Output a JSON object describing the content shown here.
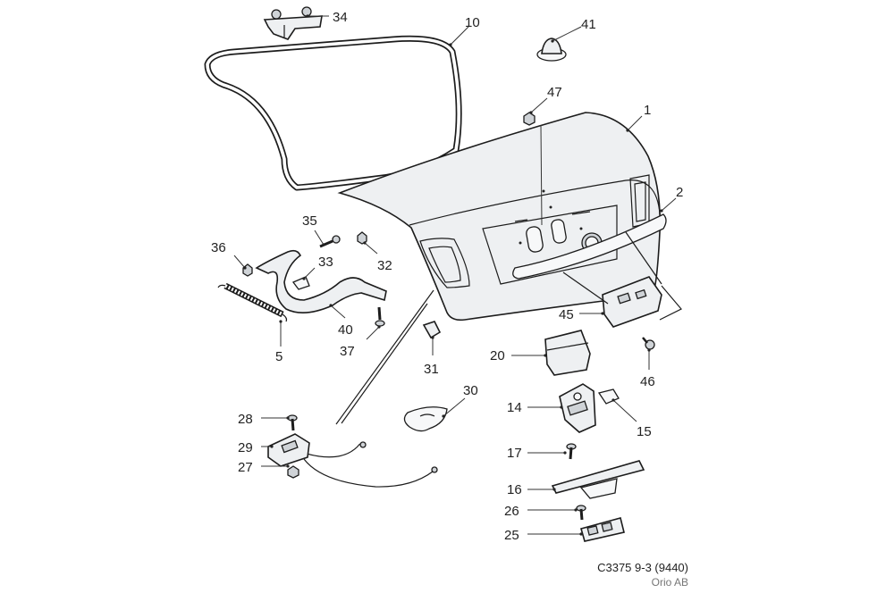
{
  "diagram": {
    "reference": "C3375 9-3 (9440)",
    "copyright": "Orio AB",
    "callouts": [
      {
        "id": "c1",
        "label": "1"
      },
      {
        "id": "c2",
        "label": "2"
      },
      {
        "id": "c5",
        "label": "5"
      },
      {
        "id": "c10",
        "label": "10"
      },
      {
        "id": "c14",
        "label": "14"
      },
      {
        "id": "c15",
        "label": "15"
      },
      {
        "id": "c16",
        "label": "16"
      },
      {
        "id": "c17",
        "label": "17"
      },
      {
        "id": "c20",
        "label": "20"
      },
      {
        "id": "c25",
        "label": "25"
      },
      {
        "id": "c26",
        "label": "26"
      },
      {
        "id": "c27",
        "label": "27"
      },
      {
        "id": "c28",
        "label": "28"
      },
      {
        "id": "c29",
        "label": "29"
      },
      {
        "id": "c30",
        "label": "30"
      },
      {
        "id": "c31",
        "label": "31"
      },
      {
        "id": "c32",
        "label": "32"
      },
      {
        "id": "c33",
        "label": "33"
      },
      {
        "id": "c34",
        "label": "34"
      },
      {
        "id": "c35",
        "label": "35"
      },
      {
        "id": "c36",
        "label": "36"
      },
      {
        "id": "c37",
        "label": "37"
      },
      {
        "id": "c40",
        "label": "40"
      },
      {
        "id": "c41",
        "label": "41"
      },
      {
        "id": "c45",
        "label": "45"
      },
      {
        "id": "c46",
        "label": "46"
      },
      {
        "id": "c47",
        "label": "47"
      }
    ]
  }
}
